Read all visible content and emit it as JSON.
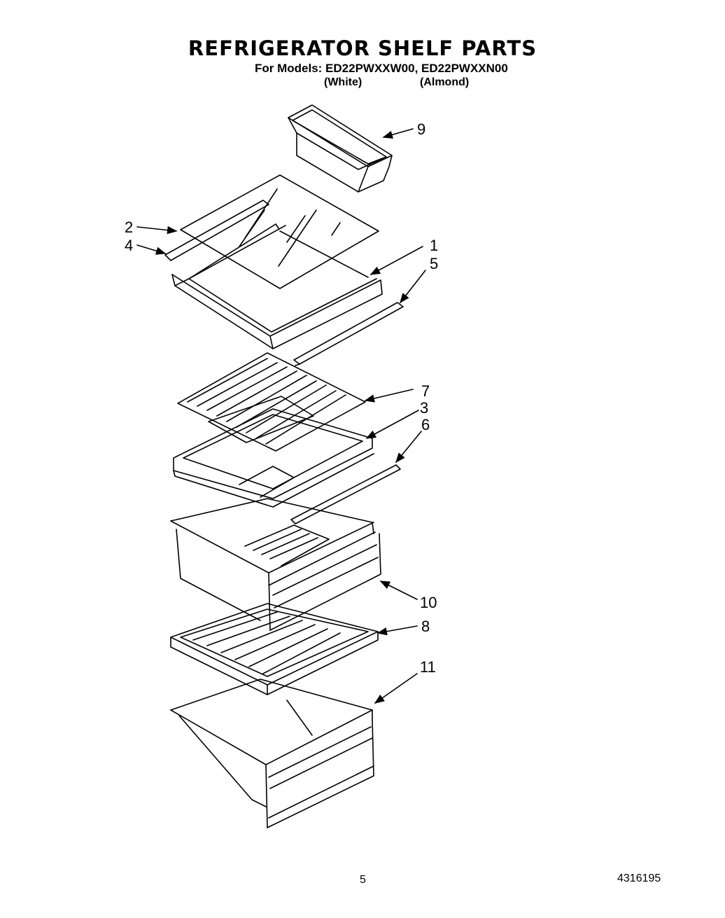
{
  "title": "REFRIGERATOR SHELF PARTS",
  "models": {
    "line": "For Models: ED22PWXXW00, ED22PWXXN00",
    "white_label": "(White)",
    "almond_label": "(Almond)"
  },
  "callouts": [
    "1",
    "2",
    "3",
    "4",
    "5",
    "6",
    "7",
    "8",
    "9",
    "10",
    "11"
  ],
  "footer": {
    "page_number": "5",
    "doc_number": "4316195"
  }
}
